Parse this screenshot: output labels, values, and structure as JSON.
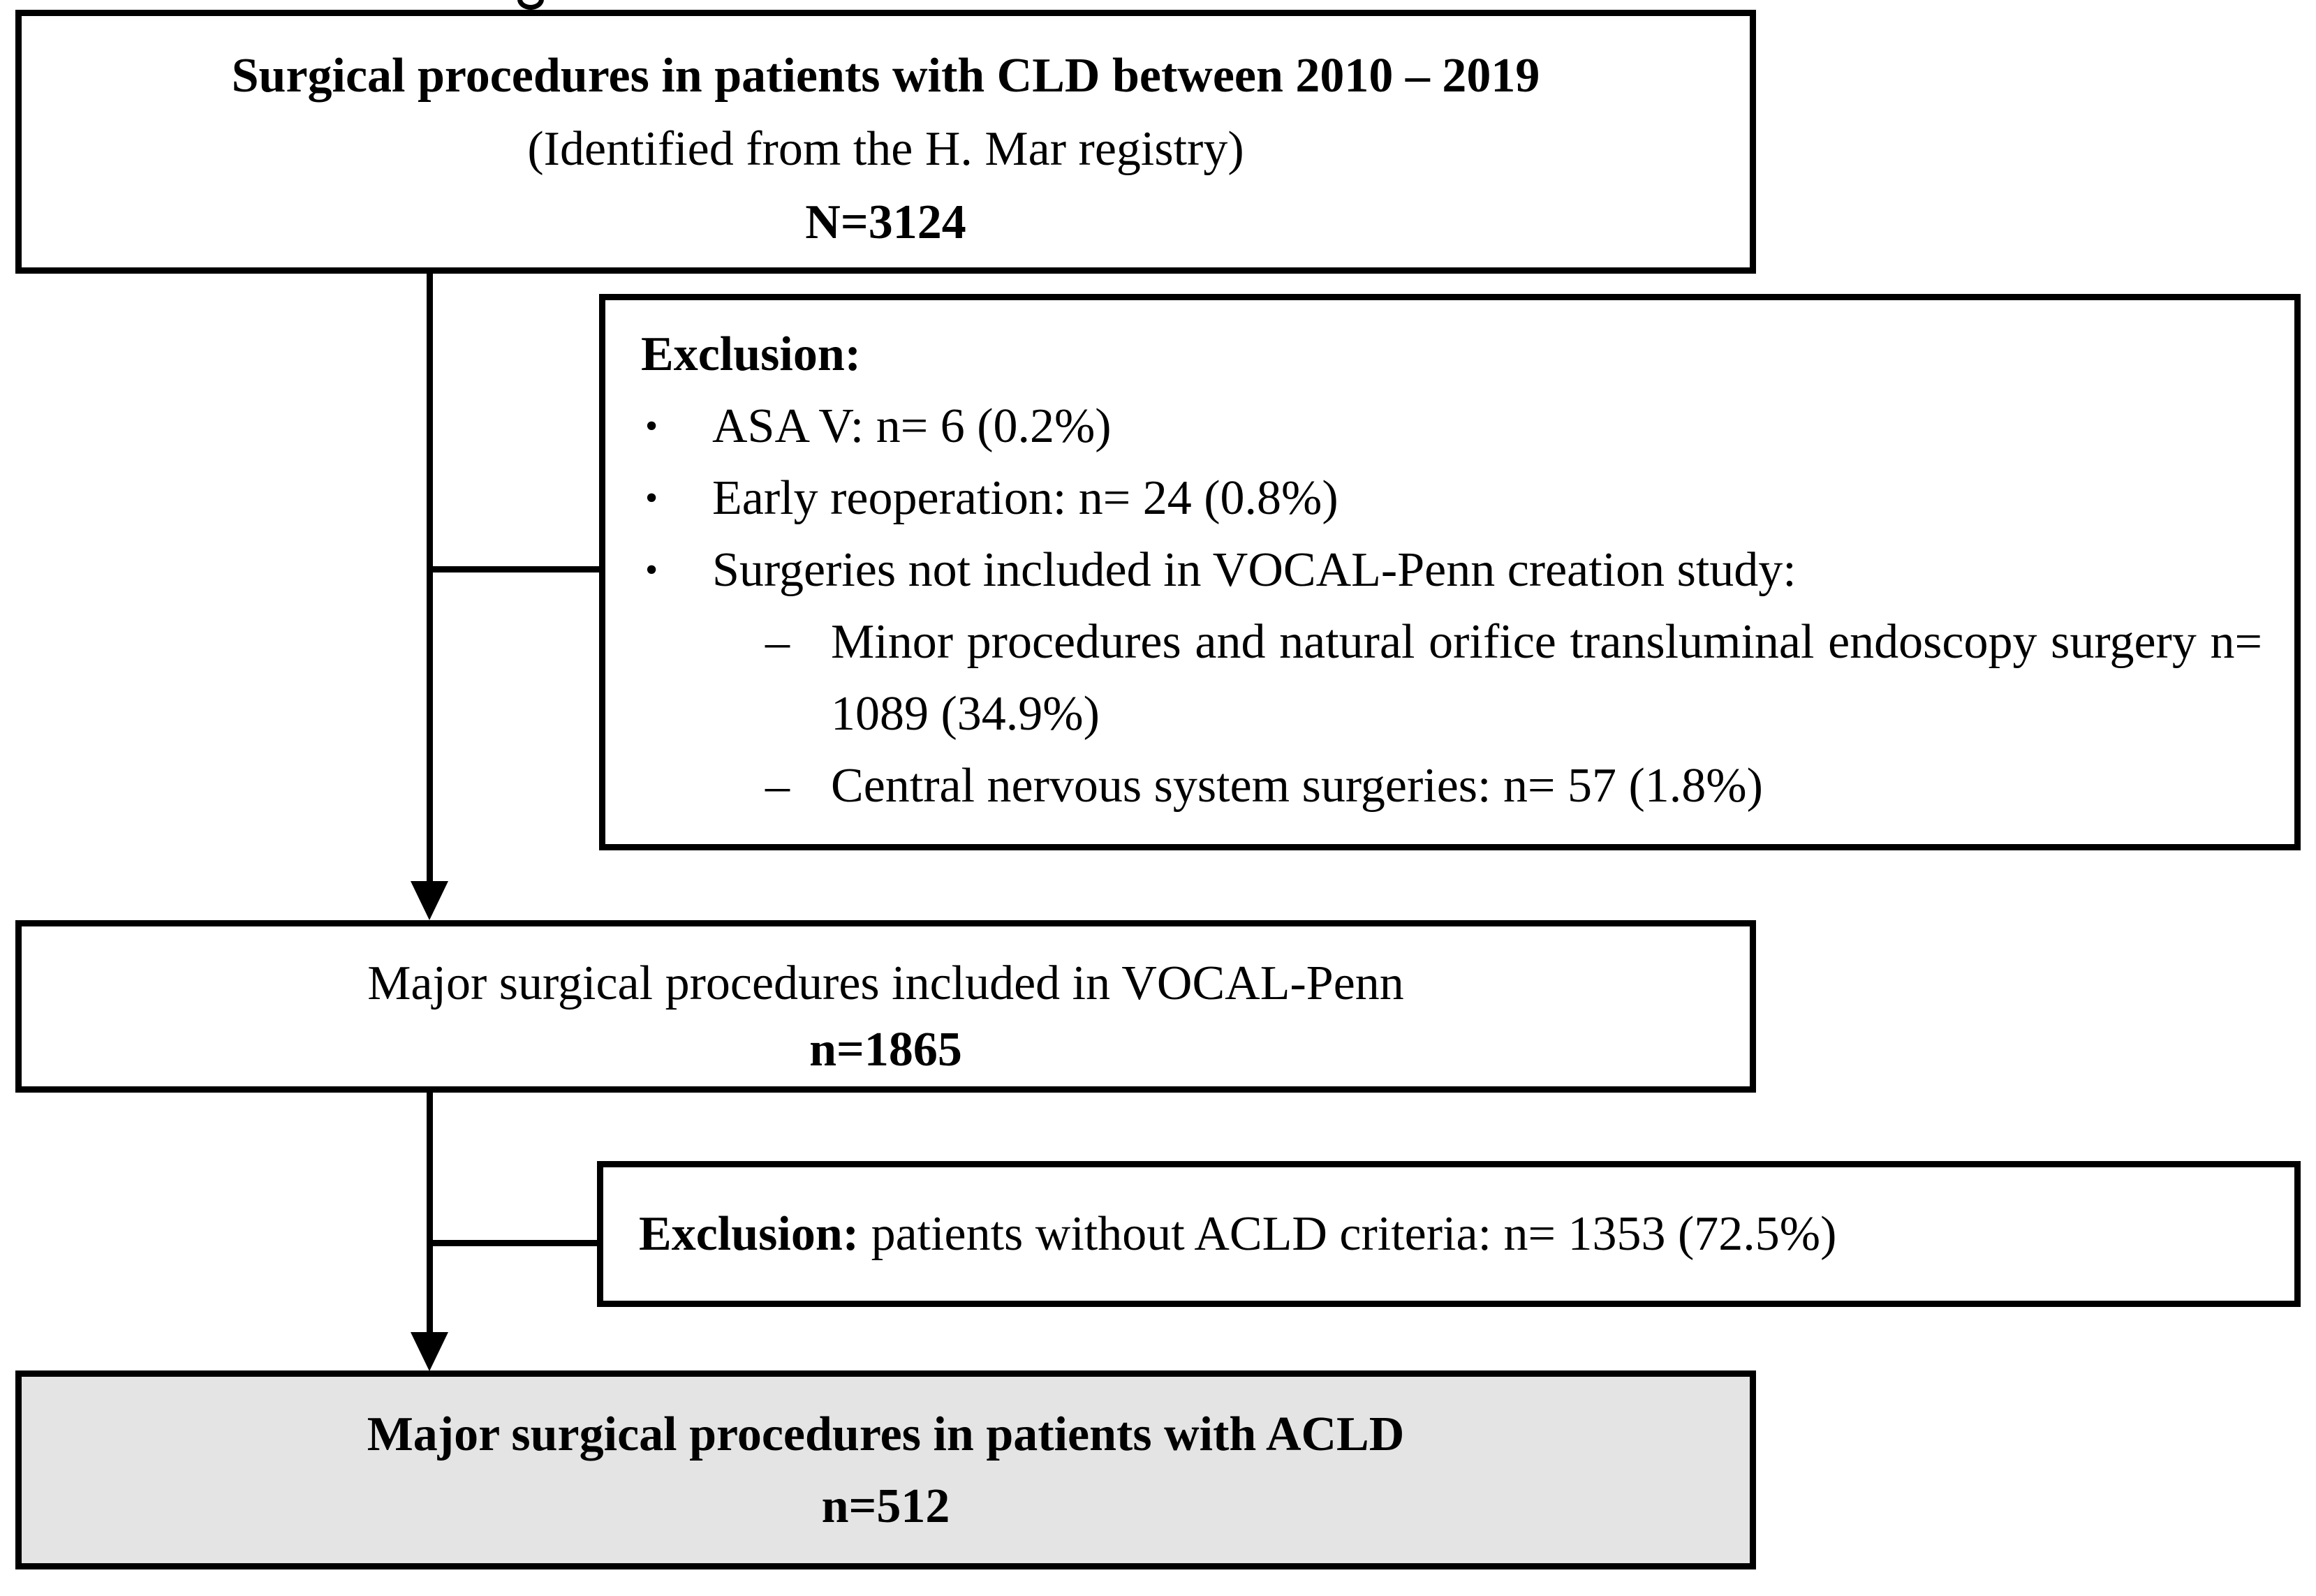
{
  "colors": {
    "border": "#000000",
    "text": "#000000",
    "background": "#ffffff",
    "final_box_fill": "#e4e4e4"
  },
  "markers": {
    "bullet": "•",
    "dash": "–"
  },
  "artifact": {
    "description": "cropped descender of a letter from text cut off at top edge"
  },
  "boxes": {
    "top": {
      "title": "Surgical procedures in patients with CLD between 2010 – 2019",
      "subtitle": "(Identified from the H. Mar registry)",
      "count": "N=3124"
    },
    "exclusion1": {
      "title": "Exclusion:",
      "bullets": [
        "ASA V: n= 6 (0.2%)",
        "Early reoperation: n= 24 (0.8%)",
        "Surgeries not included in VOCAL-Penn creation study:"
      ],
      "sub_bullets": [
        "Minor procedures and natural orifice transluminal endoscopy surgery n= 1089 (34.9%)",
        "Central nervous system surgeries: n= 57 (1.8%)"
      ]
    },
    "included": {
      "line1": "Major surgical procedures included in VOCAL-Penn",
      "count": "n=1865"
    },
    "exclusion2": {
      "title": "Exclusion:",
      "text": " patients without ACLD criteria: n= 1353 (72.5%)"
    },
    "final": {
      "line1": "Major surgical procedures in patients with ACLD",
      "count": "n=512"
    }
  }
}
